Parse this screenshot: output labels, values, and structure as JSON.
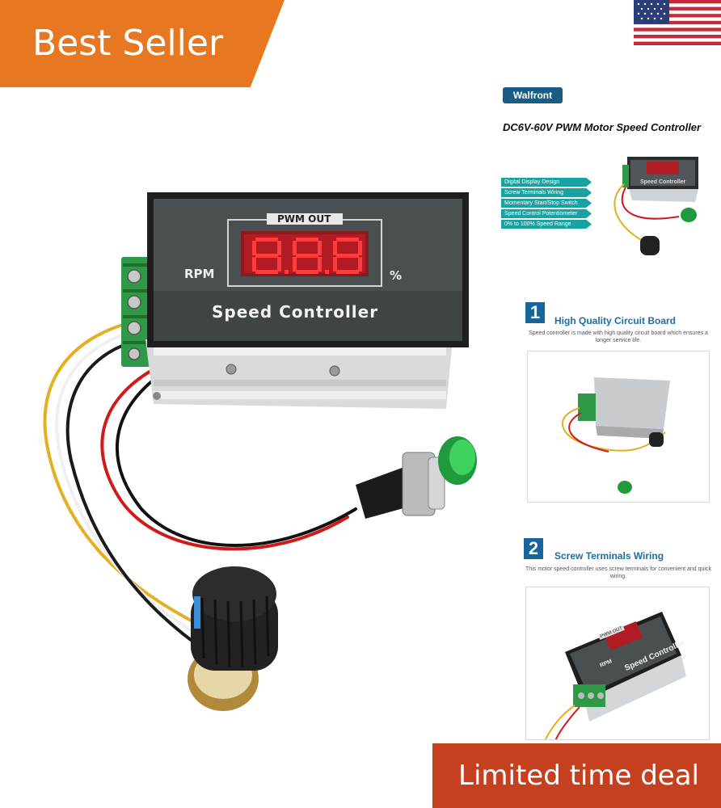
{
  "badges": {
    "best_seller": "Best Seller",
    "deal": "Limited time deal"
  },
  "product": {
    "display_header": "PWM OUT",
    "digits": "8.8.8",
    "rpm_label": "RPM",
    "percent_label": "%",
    "panel_label": "Speed Controller"
  },
  "info": {
    "brand": "Walfront",
    "title": "DC6V-60V PWM Motor Speed Controller",
    "features": [
      "Digital Display Design",
      "Screw Terminals Wiring",
      "Momentary Start/Stop Switch",
      "Speed Control Potentiometer",
      "0% to 100% Speed Range"
    ],
    "sections": [
      {
        "number": "1",
        "title": "High Quality Circuit Board",
        "description": "Speed controller is made with high quality circuit board which ensures a longer service life."
      },
      {
        "number": "2",
        "title": "Screw Terminals Wiring",
        "description": "This motor speed controller uses screw terminals for convenient and quick wiring."
      }
    ],
    "thumb_panel_label": "Speed Controller",
    "thumb_rpm_label": "RPM",
    "thumb_display_header": "PWM OUT"
  },
  "colors": {
    "best_seller_bg": "#e87722",
    "deal_bg": "#c4401f",
    "brand_bg": "#1a5d84",
    "feature_bg": "#18a3a2",
    "section_title": "#1c6ea3",
    "display_red": "#e8202a"
  }
}
